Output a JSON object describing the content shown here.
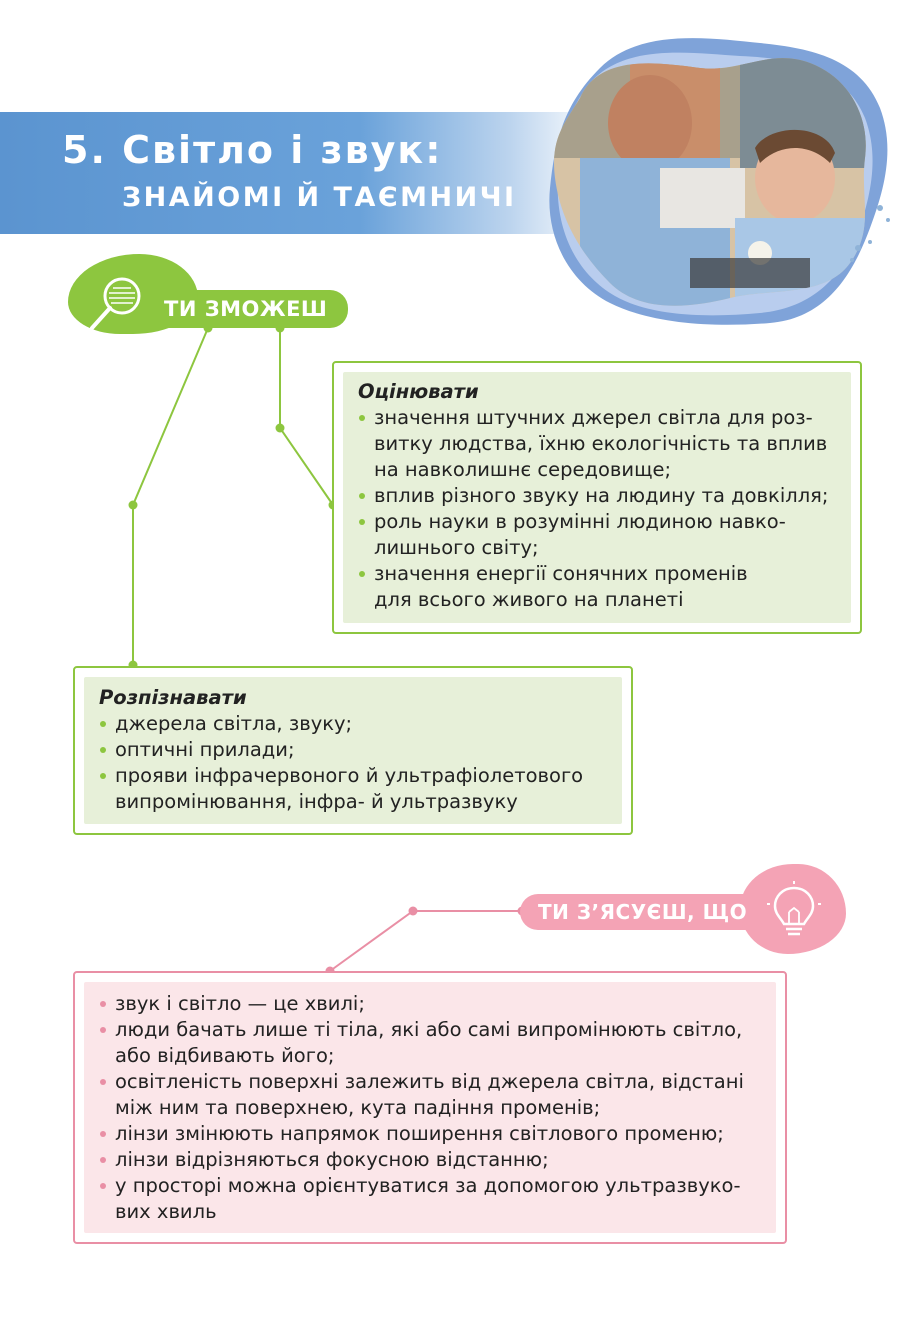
{
  "header": {
    "title_line1": "5. Світло і звук:",
    "title_line2": "знайомі й таємничі"
  },
  "photo": {
    "icon": "teacher-and-students-photo"
  },
  "skills": {
    "label": "ТИ ЗМОЖЕШ",
    "icon": "magnifier-icon",
    "color": "#8dc63f",
    "evaluate": {
      "heading": "Оцінювати",
      "items": [
        "значення штучних джерел світла для роз-\nвитку людства, їхню екологічність та вплив\nна навколишнє середовище;",
        "вплив різного звуку на людину та довкілля;",
        "роль науки в розумінні людиною навко-\nлишнього світу;",
        "значення енергії сонячних променів\nдля всього живого на планеті"
      ]
    },
    "recognize": {
      "heading": "Розпізнавати",
      "items": [
        "джерела світла, звуку;",
        "оптичні прилади;",
        "прояви інфрачервоного й ультрафіолетового\nвипромінювання, інфра- й ультразвуку"
      ]
    }
  },
  "learn": {
    "label": "ТИ З’ЯСУЄШ, ЩО",
    "icon": "lightbulb-icon",
    "color": "#f4a3b5",
    "items": [
      "звук і світло — це хвилі;",
      "люди бачать лише ті тіла, які або самі випромінюють світло,\nабо відбивають його;",
      "освітленість поверхні залежить від джерела світла, відстані\nміж ним та поверхнею, кута падіння променів;",
      "лінзи змінюють напрямок поширення світлового променю;",
      "лінзи відрізняються фокусною відстанню;",
      "у просторі можна орієнтуватися за допомогою ультразвуко-\nвих хвиль"
    ]
  }
}
